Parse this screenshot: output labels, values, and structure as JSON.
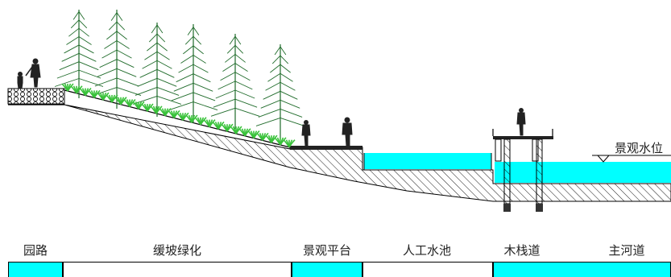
{
  "colors": {
    "water": "#00ffff",
    "line": "#000000",
    "tree": "#1f6b2a",
    "shrub": "#39c23a",
    "background": "#ffffff"
  },
  "water_level_label": "景观水位",
  "zones": [
    {
      "key": "garden-path",
      "label": "园路",
      "highlight": true
    },
    {
      "key": "gentle-slope",
      "label": "缓坡绿化",
      "highlight": false
    },
    {
      "key": "viewing-platform",
      "label": "景观平台",
      "highlight": true
    },
    {
      "key": "artificial-pond",
      "label": "人工水池",
      "highlight": false
    },
    {
      "key": "wooden-boardwalk",
      "label": "木栈道",
      "highlight": true
    },
    {
      "key": "main-river",
      "label": "主河道",
      "highlight": true
    }
  ],
  "icons": [
    "tree-icon",
    "shrub-icon",
    "person-icon",
    "water-level-marker-icon"
  ]
}
